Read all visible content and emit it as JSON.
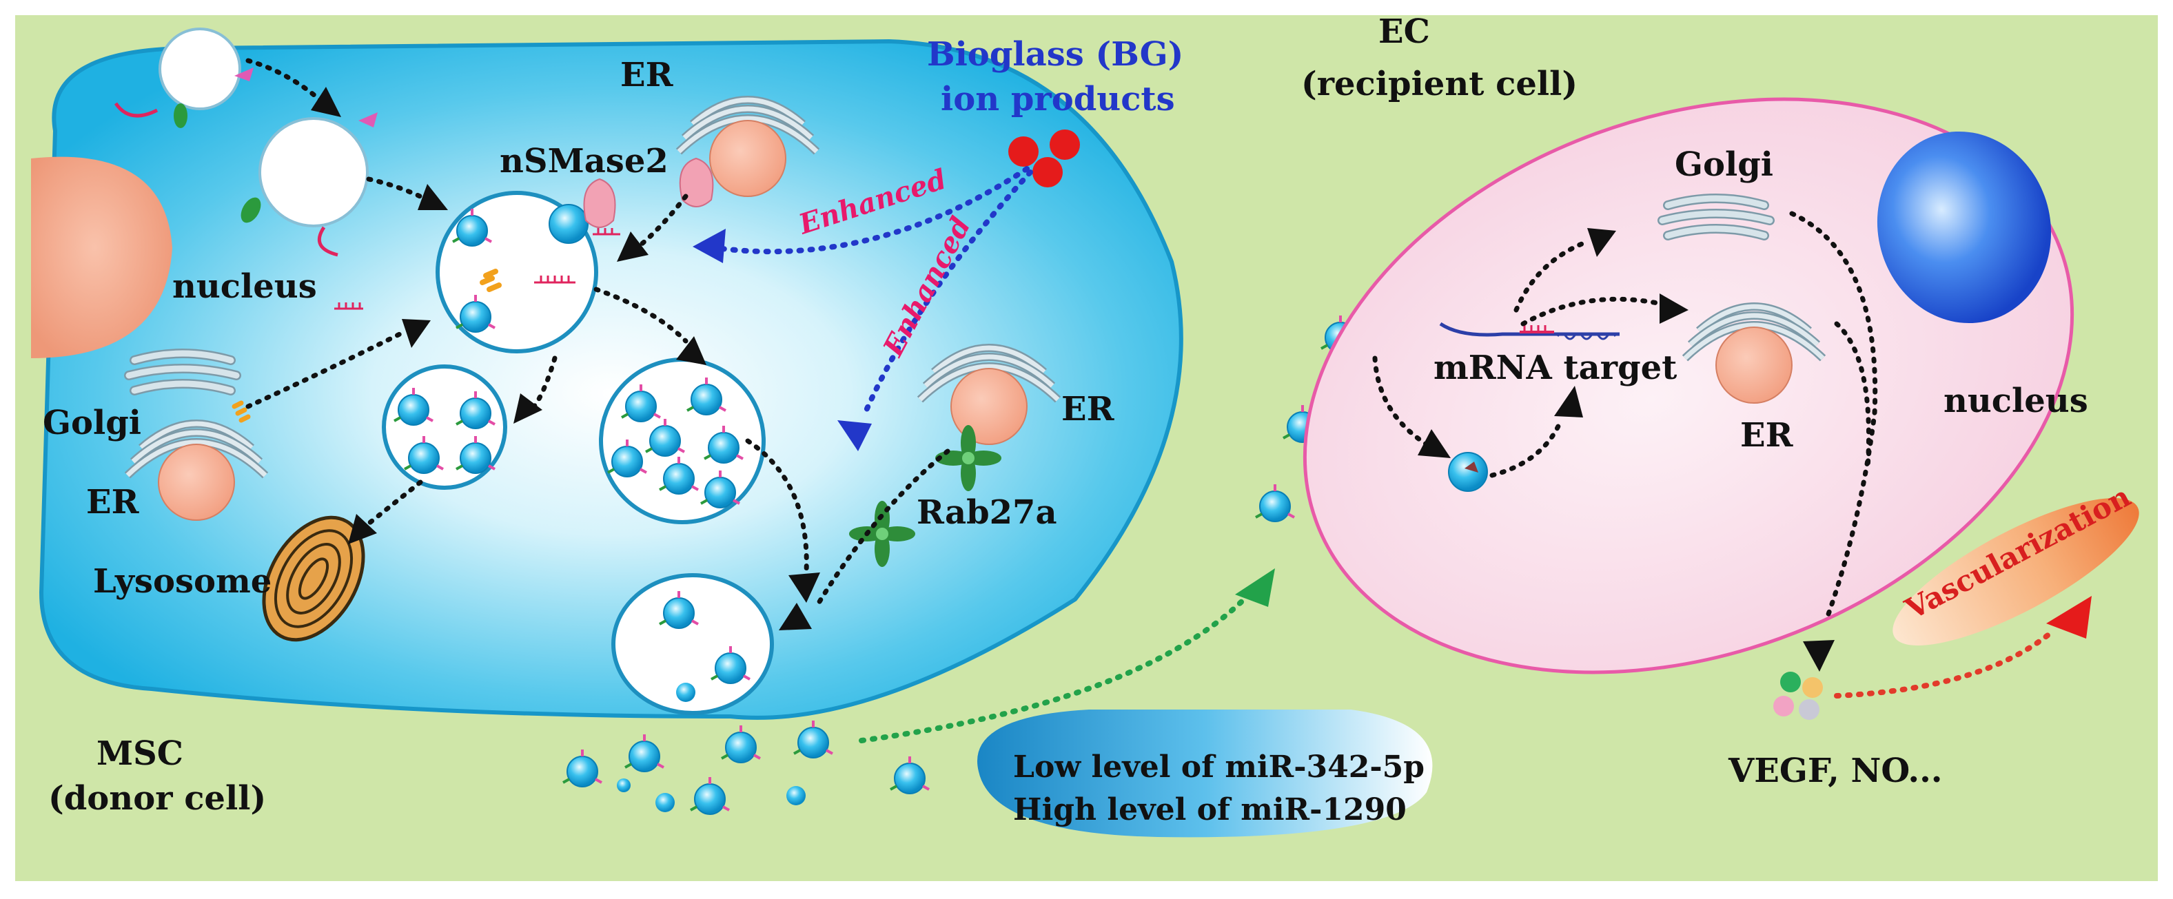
{
  "labels": {
    "nucleus_msc": "nucleus",
    "er_top": "ER",
    "nsmase2": "nSMase2",
    "bioglass_line1": "Bioglass (BG)",
    "bioglass_line2": "ion products",
    "enhanced_1": "Enhanced",
    "enhanced_2": "Enhanced",
    "golgi_msc": "Golgi",
    "er_msc_left": "ER",
    "er_msc_right": "ER",
    "rab27a": "Rab27a",
    "lysosome": "Lysosome",
    "msc_line1": "MSC",
    "msc_line2": "(donor cell)",
    "ec_line1": "EC",
    "ec_line2": "(recipient cell)",
    "golgi_ec": "Golgi",
    "er_ec": "ER",
    "mrna_target": "mRNA target",
    "nucleus_ec": "nucleus",
    "mirna_line1": "Low  level of miR-342-5p",
    "mirna_line2": "High level of miR-1290",
    "vegf": "VEGF, NO...",
    "vascularization": "Vascularization"
  },
  "colors": {
    "background": "#cfe6a8",
    "msc_cell": "#28b6e4",
    "ec_cell": "#f9d8e6",
    "ec_border": "#e85aa8",
    "nucleus_msc": "#f1a487",
    "nucleus_ec": "#1f5fd6",
    "bioglass_text": "#2237c9",
    "enhanced_text": "#e8196b",
    "vascularization_text": "#d81f1f"
  }
}
